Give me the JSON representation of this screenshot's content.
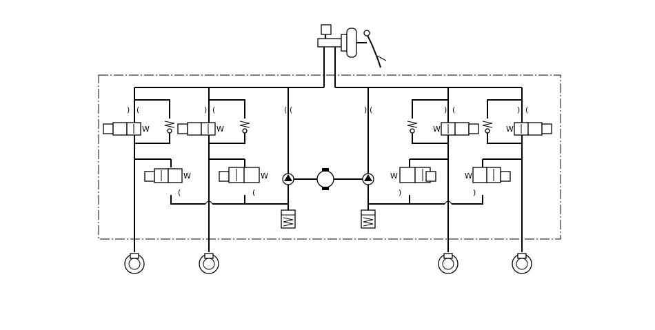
{
  "diagram": {
    "colors": {
      "line": "#000000",
      "background": "#ffffff"
    },
    "inlet_valve_marker": "W",
    "outlet_valve_marker": "W",
    "components": {
      "master_cylinder": "brake-pedal-master-cylinder",
      "pump": "return-pump-motor",
      "accumulators": 2,
      "wheel_brakes": 4,
      "inlet_valves": 4,
      "outlet_valves": 4,
      "check_valves": 4
    }
  }
}
